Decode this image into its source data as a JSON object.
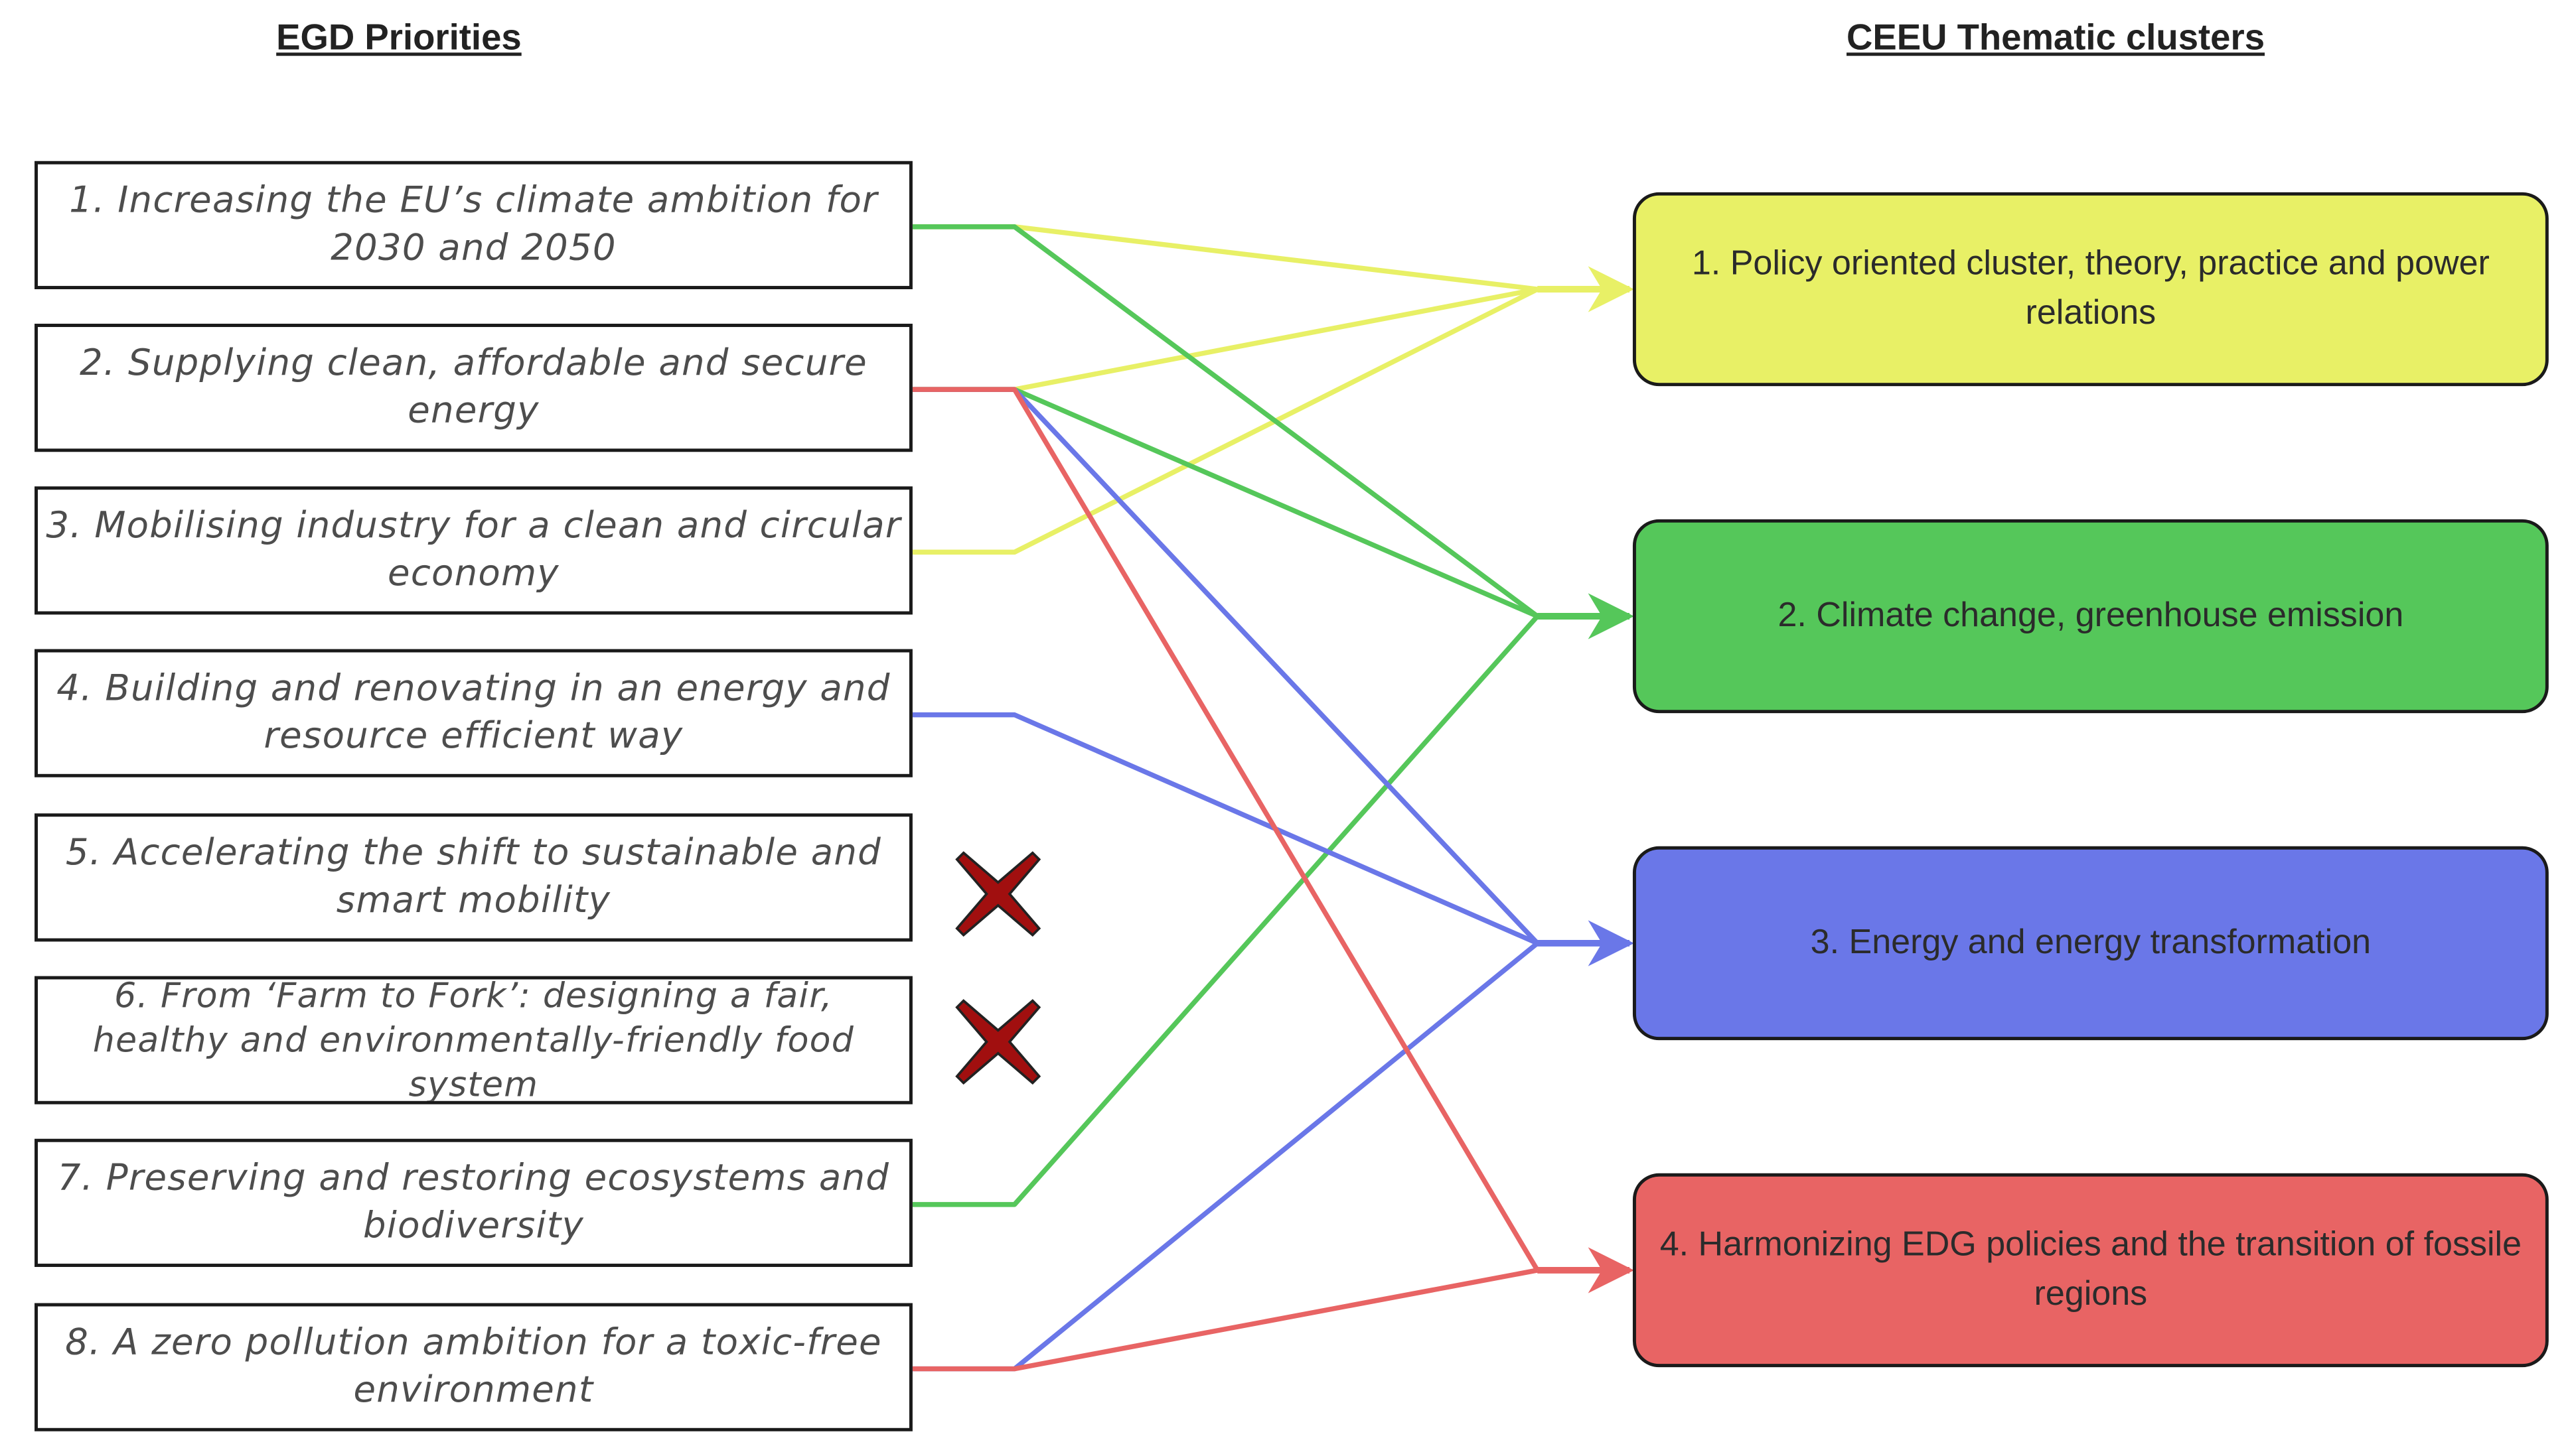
{
  "headers": {
    "left": "EGD Priorities",
    "right": "CEEU Thematic clusters"
  },
  "priorities": [
    {
      "label": "1. Increasing the EU’s climate ambition for 2030 and 2050"
    },
    {
      "label": "2. Supplying clean, affordable and secure energy"
    },
    {
      "label": "3. Mobilising industry for a clean and circular economy"
    },
    {
      "label": "4. Building and renovating in an energy and resource efficient way"
    },
    {
      "label": "5. Accelerating the shift to sustainable and smart mobility"
    },
    {
      "label": "6. From ‘Farm to Fork’: designing a fair, healthy and environmentally-friendly food system"
    },
    {
      "label": "7. Preserving and restoring ecosystems and biodiversity"
    },
    {
      "label": "8. A zero pollution ambition for a toxic-free environment"
    }
  ],
  "clusters": [
    {
      "label": "1. Policy oriented cluster, theory, practice and power relations",
      "color": "#e8f066"
    },
    {
      "label": "2. Climate change, greenhouse emission",
      "color": "#55c75a"
    },
    {
      "label": "3. Energy and energy transformation",
      "color": "#6a77e8"
    },
    {
      "label": "4.  Harmonizing EDG policies and the transition of fossile regions",
      "color": "#e86464"
    }
  ],
  "connections": [
    {
      "from": 1,
      "to": 1,
      "color": "#e8f066"
    },
    {
      "from": 2,
      "to": 1,
      "color": "#e8f066"
    },
    {
      "from": 3,
      "to": 1,
      "color": "#e8f066"
    },
    {
      "from": 1,
      "to": 2,
      "color": "#55c75a"
    },
    {
      "from": 2,
      "to": 2,
      "color": "#55c75a"
    },
    {
      "from": 7,
      "to": 2,
      "color": "#55c75a"
    },
    {
      "from": 2,
      "to": 3,
      "color": "#6a77e8"
    },
    {
      "from": 4,
      "to": 3,
      "color": "#6a77e8"
    },
    {
      "from": 8,
      "to": 3,
      "color": "#6a77e8"
    },
    {
      "from": 2,
      "to": 4,
      "color": "#e86464"
    },
    {
      "from": 8,
      "to": 4,
      "color": "#e86464"
    }
  ],
  "excluded": [
    5,
    6
  ],
  "cross_icon": "x-mark-icon",
  "cross_color": "#a10f0f"
}
